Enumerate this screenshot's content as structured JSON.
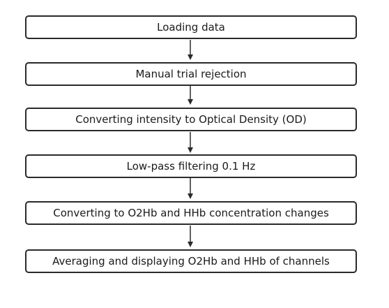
{
  "flowchart": {
    "steps": [
      {
        "label": "Loading data"
      },
      {
        "label": "Manual trial rejection"
      },
      {
        "label": "Converting intensity to Optical Density (OD)"
      },
      {
        "label": "Low-pass filtering 0.1 Hz"
      },
      {
        "label": "Converting to O2Hb and HHb concentration changes"
      },
      {
        "label": "Averaging and displaying O2Hb and HHb of channels"
      }
    ],
    "colors": {
      "border": "#2a2a2a",
      "text": "#1a1a1a",
      "arrow": "#2a2a2a",
      "background": "#ffffff"
    }
  }
}
